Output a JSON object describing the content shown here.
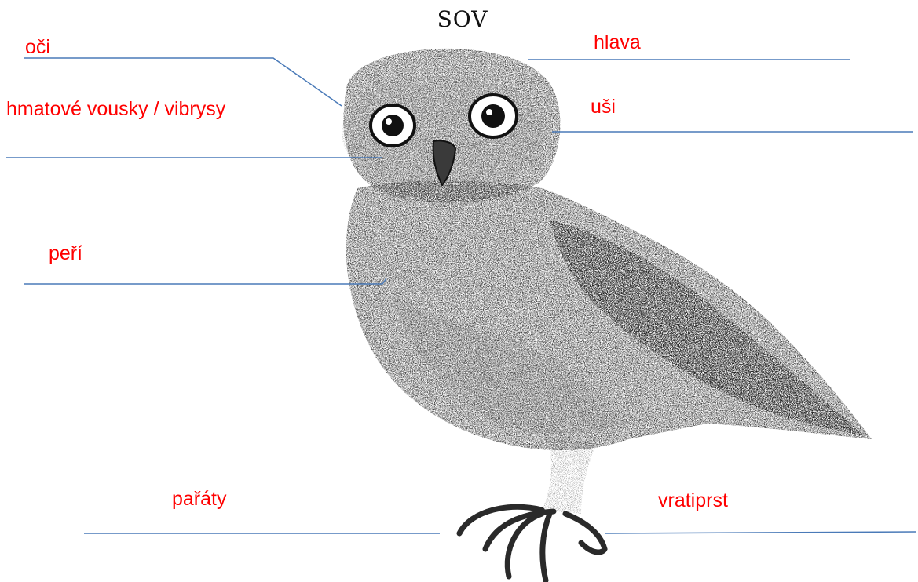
{
  "title": "SOV",
  "colors": {
    "label_text": "#ff0000",
    "leader_line": "#4a7ab8",
    "drawing": "#1a1a1a"
  },
  "labels": {
    "oci": "oči",
    "hmatove_vousky": "hmatové vousky / vibrysy",
    "peri": "peří",
    "paraty": "pařáty",
    "hlava": "hlava",
    "usi": "uši",
    "vratiprst": "vratiprst"
  },
  "illustration": "owl-sketch"
}
